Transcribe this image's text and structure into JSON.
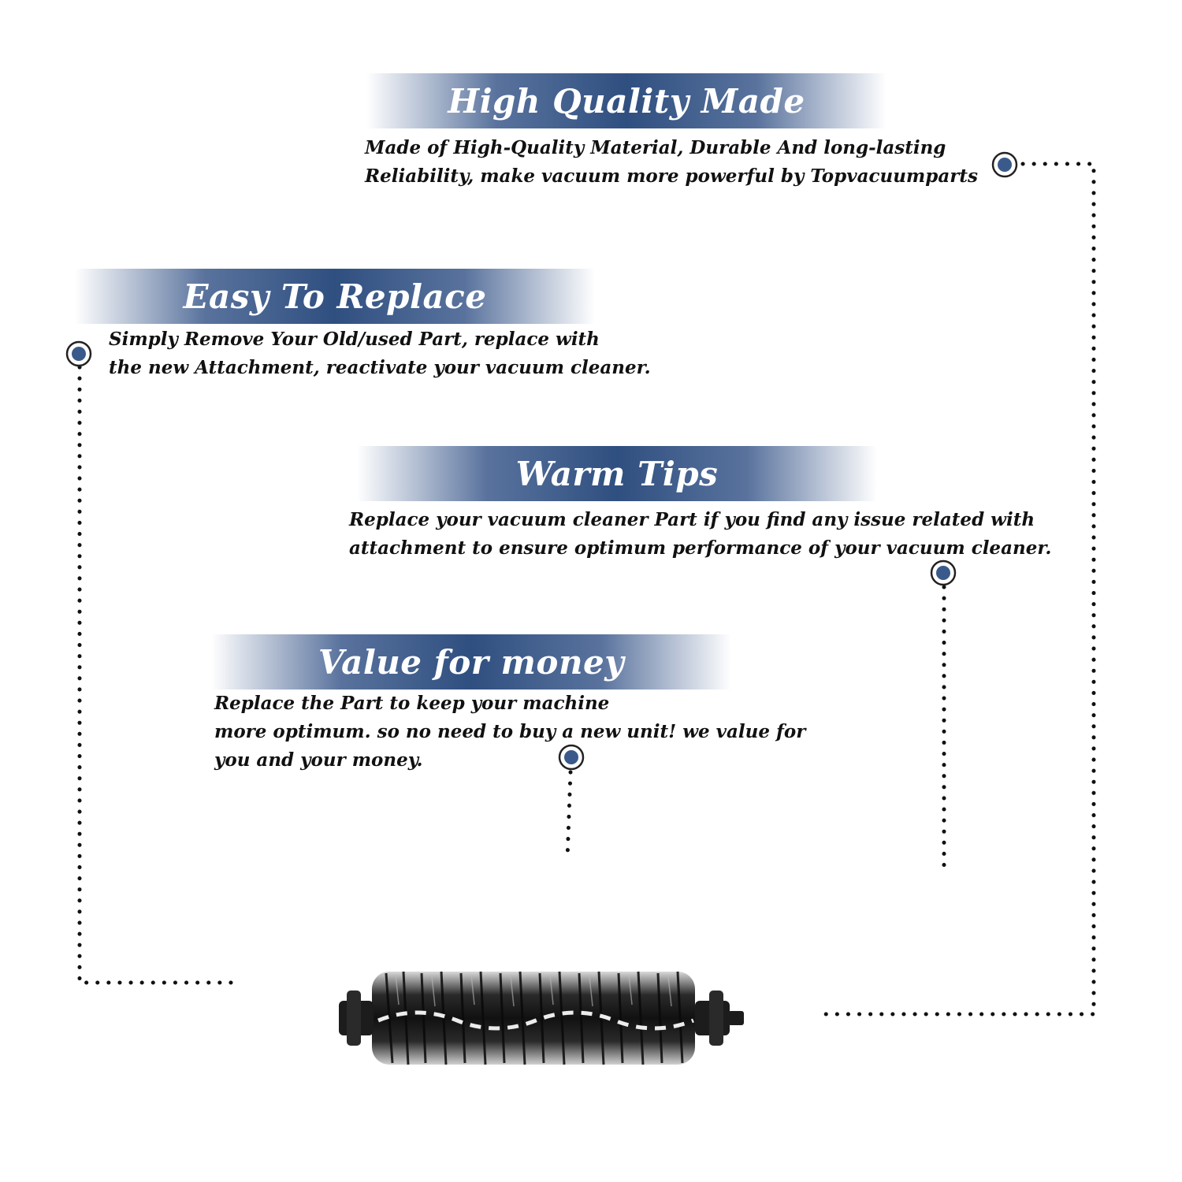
{
  "colors": {
    "banner_blue": "#2f4f80",
    "marker_blue": "#3a5a8c",
    "text": "#111111"
  },
  "sections": {
    "high_quality": {
      "title": "High Quality Made",
      "lines": [
        "Made of  High-Quality Material, Durable And long-lasting",
        "Reliability, make vacuum more powerful by Topvacuumparts"
      ]
    },
    "easy_replace": {
      "title": "Easy To Replace",
      "lines": [
        "Simply Remove Your Old/used Part, replace with",
        "the new Attachment, reactivate your vacuum cleaner."
      ]
    },
    "warm_tips": {
      "title": "Warm Tips",
      "lines": [
        "Replace your vacuum cleaner Part if you find any issue related with",
        " attachment to ensure optimum performance of your vacuum cleaner."
      ]
    },
    "value_money": {
      "title": "Value for money",
      "lines": [
        "Replace the Part to keep your machine",
        "more optimum. so no need to buy a new unit! we value for",
        "you and your money."
      ]
    }
  },
  "product": {
    "icon": "roller-brush-icon"
  }
}
